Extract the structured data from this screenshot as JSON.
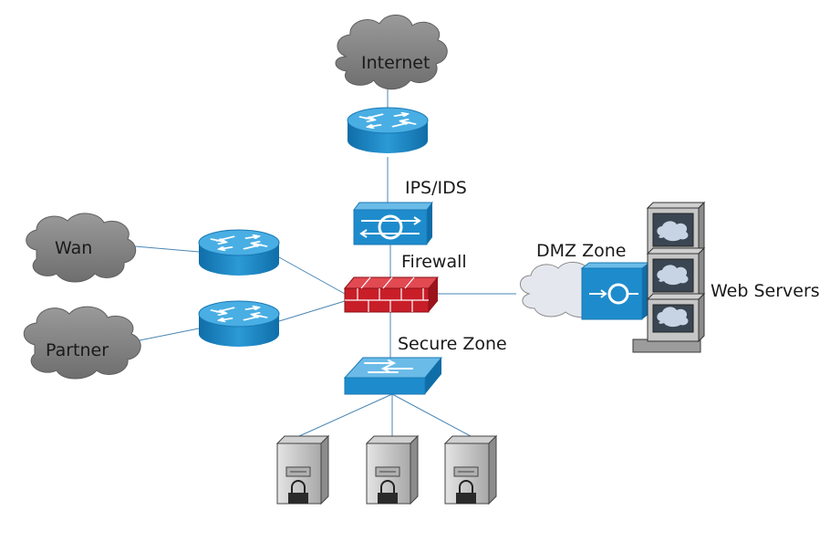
{
  "labels": {
    "internet": "Internet",
    "ips_ids": "IPS/IDS",
    "wan": "Wan",
    "partner": "Partner",
    "firewall": "Firewall",
    "dmz_zone": "DMZ Zone",
    "web_servers": "Web Servers",
    "secure_zone": "Secure Zone"
  },
  "colors": {
    "router_blue": "#1e8ccc",
    "router_top": "#5cb4e4",
    "cloud_gray": "#8a8a8a",
    "cloud_light": "#d8dee6",
    "firewall_red": "#c81e28",
    "link_blue": "#4a86b4",
    "server_gray": "#c8c8c8"
  }
}
